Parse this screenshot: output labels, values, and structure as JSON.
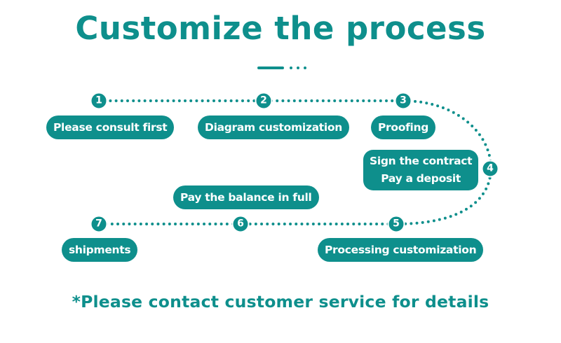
{
  "title": "Customize the process",
  "accent_color": "#0e8f8c",
  "steps": [
    {
      "number": "1",
      "label": "Please consult first"
    },
    {
      "number": "2",
      "label": "Diagram customization"
    },
    {
      "number": "3",
      "label": "Proofing"
    },
    {
      "number": "4",
      "label_lines": [
        "Sign the contract",
        "Pay a deposit"
      ]
    },
    {
      "number": "5",
      "label": "Processing customization"
    },
    {
      "number": "6",
      "label": "Pay the balance in full"
    },
    {
      "number": "7",
      "label": "shipments"
    }
  ],
  "footer_note": "*Please contact customer service for details"
}
